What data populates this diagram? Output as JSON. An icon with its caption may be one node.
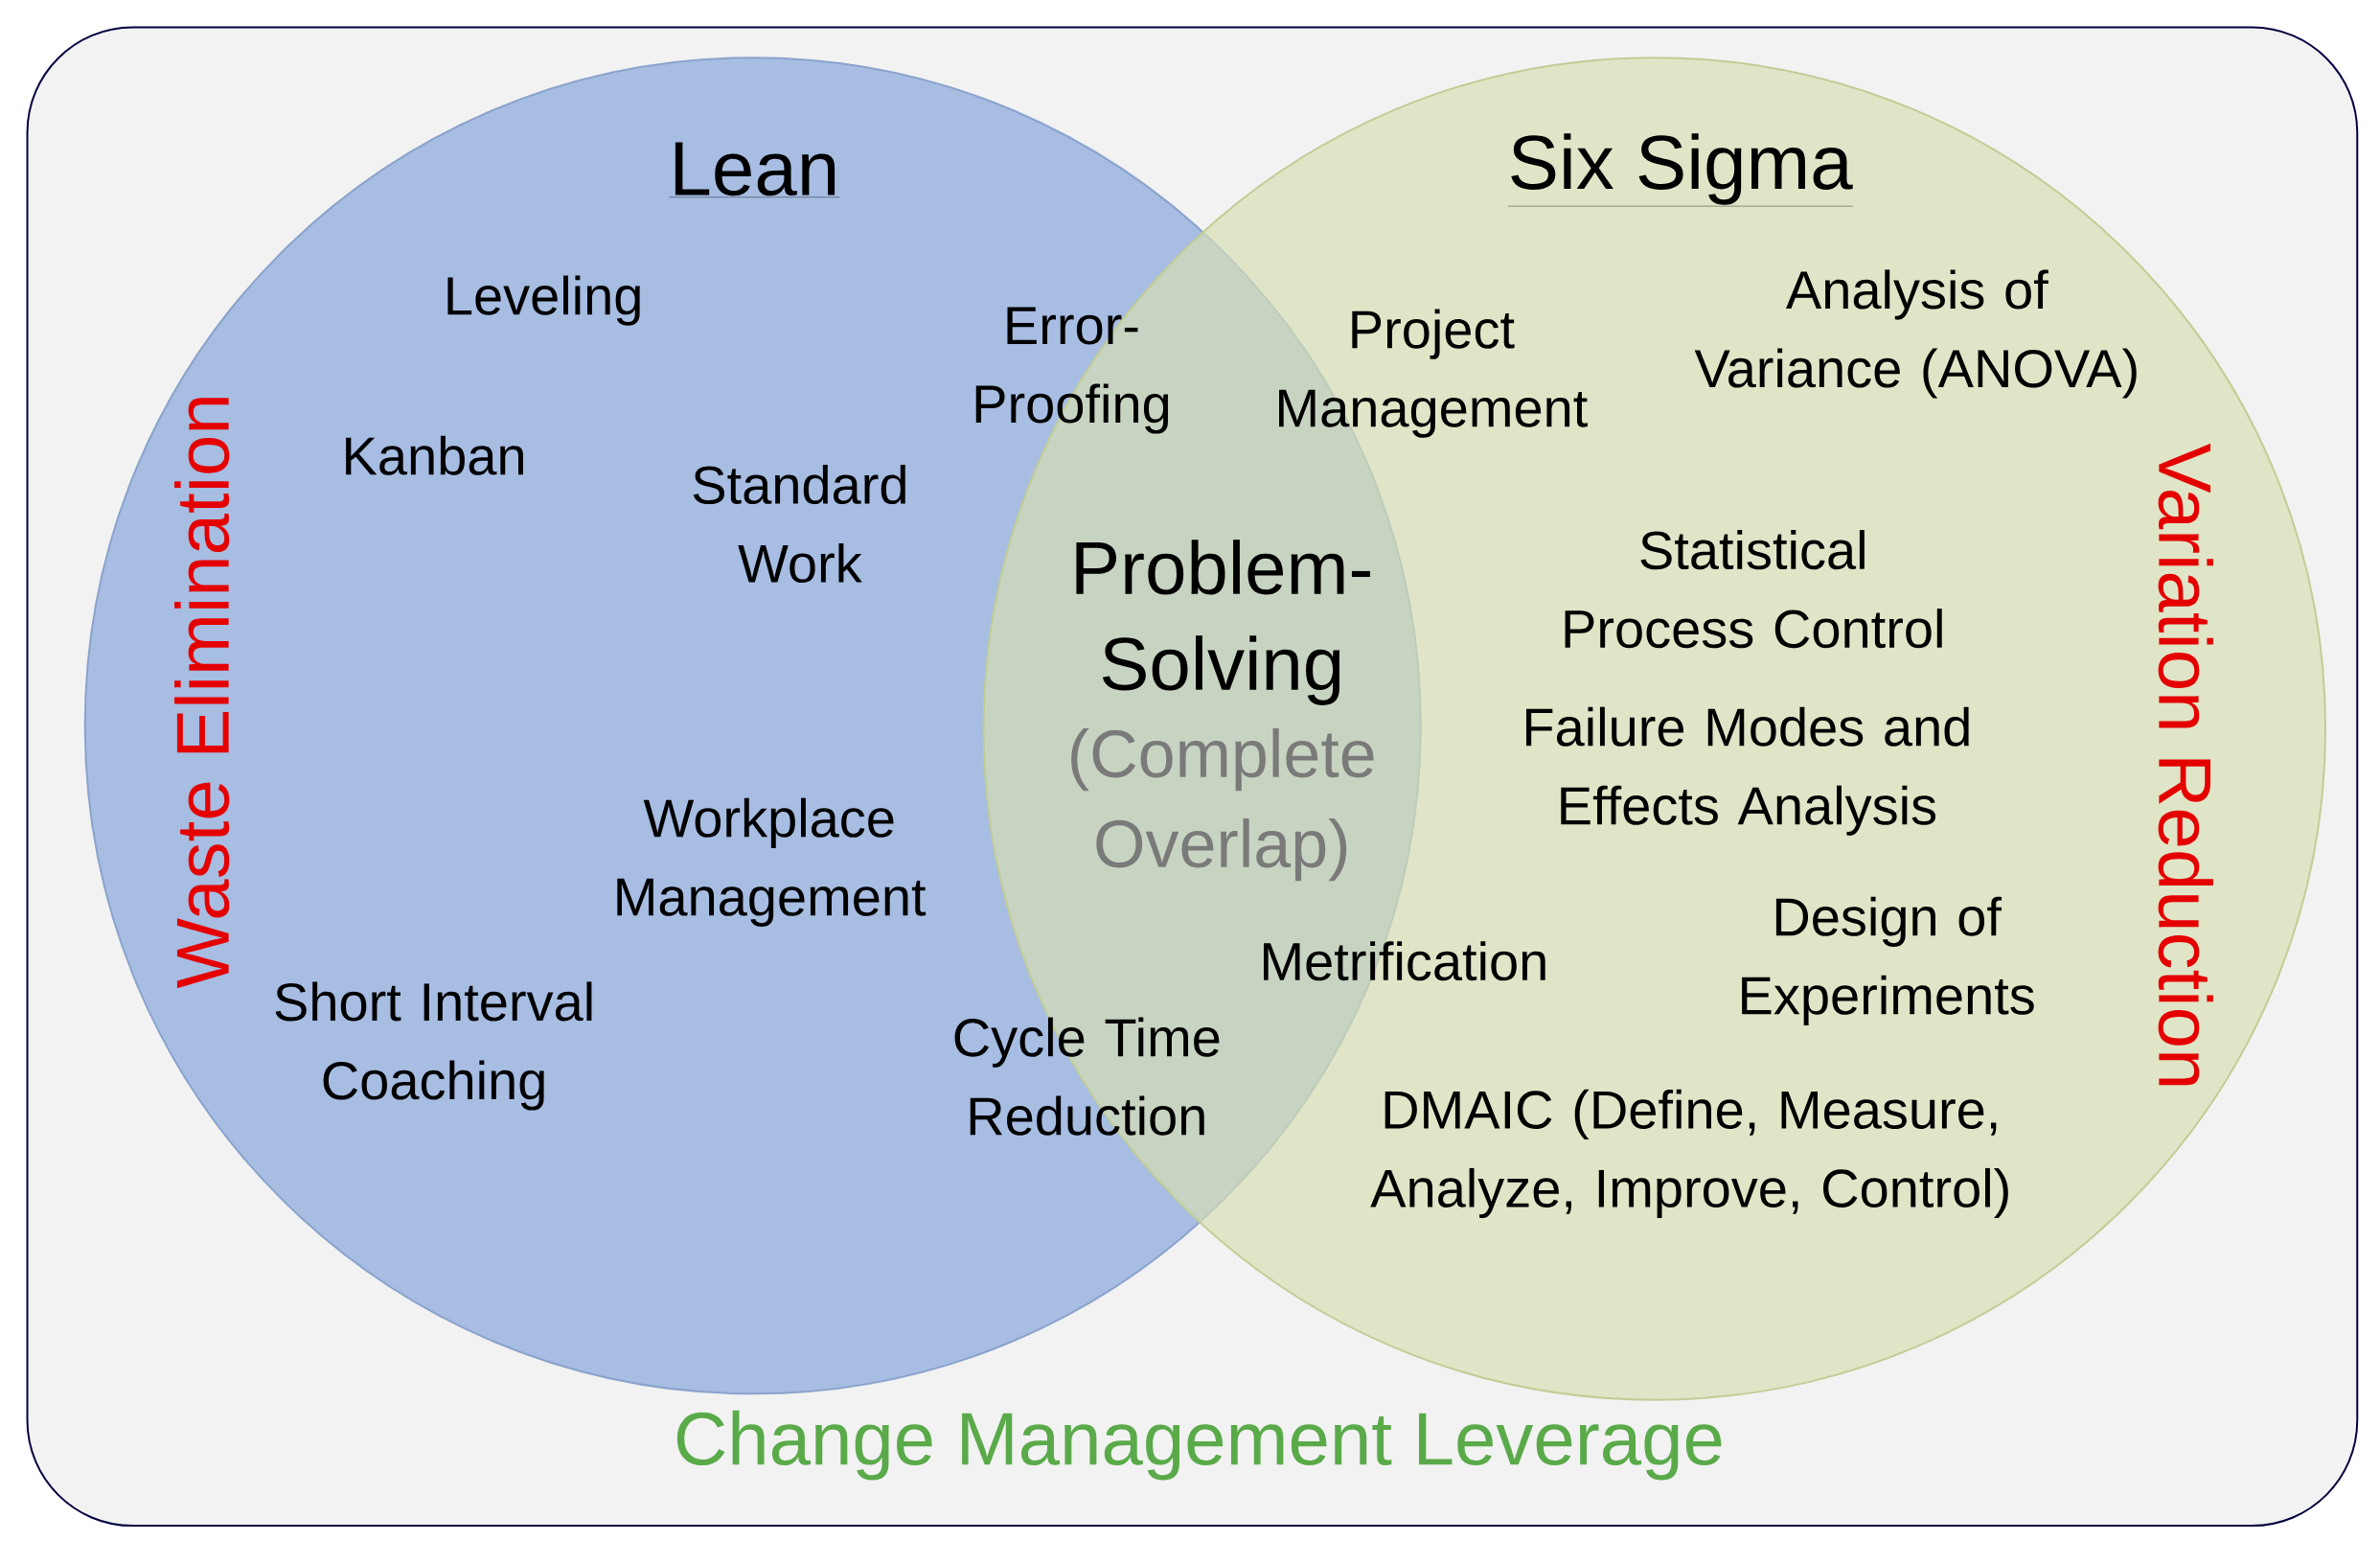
{
  "diagram": {
    "caption": "Change Management Leverage",
    "nodes": [
      {
        "text": [
          "Lean",
          "Waste Elimination"
        ]
      },
      {
        "text": [
          "Six Sigma",
          "Variation Reduction"
        ]
      }
    ],
    "edges": [],
    "labels": [
      "Leveling",
      "Error-Proofing",
      "Project Management",
      "Analysis of Variance (ANOVA)",
      "Kanban",
      "Standard Work",
      "Problem-Solving",
      "(Complete Overlap)",
      "Statistical Process Control",
      "Failure Modes and Effects Analysis",
      "Workplace Management",
      "Metrification",
      "Design of Experiments",
      "Short Interval Coaching",
      "Cycle Time Reduction",
      "DMAIC (Define, Measure, Analyze, Improve, Control)"
    ]
  }
}
